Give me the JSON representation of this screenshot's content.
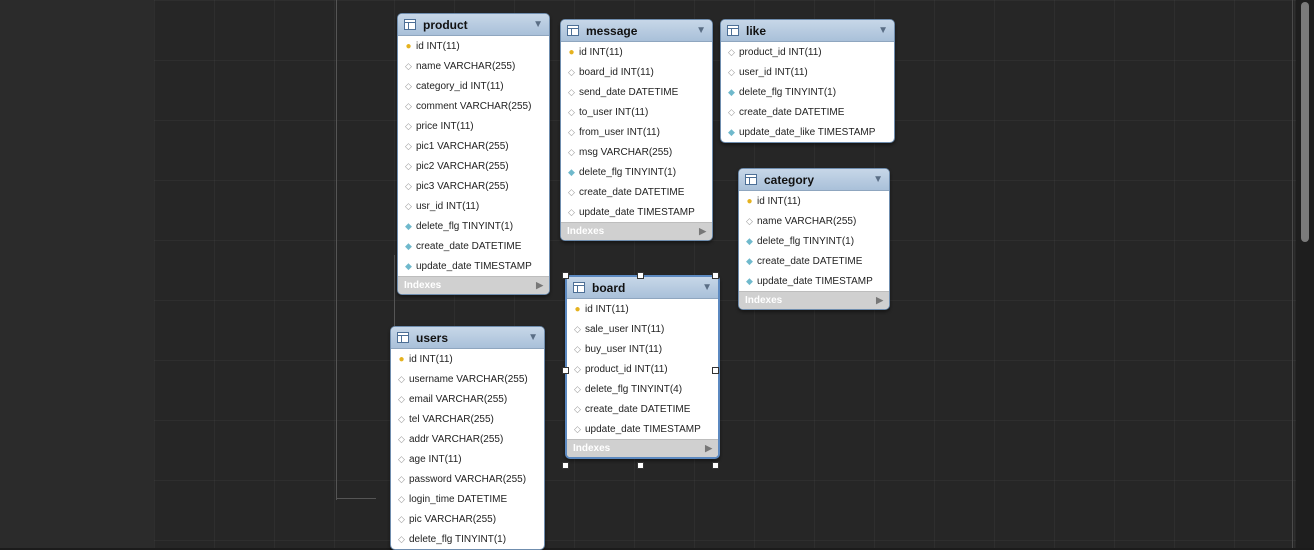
{
  "diagram": {
    "tables": [
      {
        "name": "product",
        "columns": [
          {
            "icon": "key",
            "text": "id INT(11)"
          },
          {
            "icon": "optional",
            "text": "name VARCHAR(255)"
          },
          {
            "icon": "optional",
            "text": "category_id INT(11)"
          },
          {
            "icon": "optional",
            "text": "comment VARCHAR(255)"
          },
          {
            "icon": "optional",
            "text": "price INT(11)"
          },
          {
            "icon": "optional",
            "text": "pic1 VARCHAR(255)"
          },
          {
            "icon": "optional",
            "text": "pic2 VARCHAR(255)"
          },
          {
            "icon": "optional",
            "text": "pic3 VARCHAR(255)"
          },
          {
            "icon": "optional",
            "text": "usr_id INT(11)"
          },
          {
            "icon": "not-null",
            "text": "delete_flg TINYINT(1)"
          },
          {
            "icon": "not-null",
            "text": "create_date DATETIME"
          },
          {
            "icon": "not-null",
            "text": "update_date TIMESTAMP"
          }
        ],
        "indexes_label": "Indexes"
      },
      {
        "name": "message",
        "columns": [
          {
            "icon": "key",
            "text": "id INT(11)"
          },
          {
            "icon": "optional",
            "text": "board_id INT(11)"
          },
          {
            "icon": "optional",
            "text": "send_date DATETIME"
          },
          {
            "icon": "optional",
            "text": "to_user INT(11)"
          },
          {
            "icon": "optional",
            "text": "from_user INT(11)"
          },
          {
            "icon": "optional",
            "text": "msg VARCHAR(255)"
          },
          {
            "icon": "not-null",
            "text": "delete_flg TINYINT(1)"
          },
          {
            "icon": "optional",
            "text": "create_date DATETIME"
          },
          {
            "icon": "optional",
            "text": "update_date TIMESTAMP"
          }
        ],
        "indexes_label": "Indexes"
      },
      {
        "name": "like",
        "columns": [
          {
            "icon": "optional",
            "text": "product_id INT(11)"
          },
          {
            "icon": "optional",
            "text": "user_id INT(11)"
          },
          {
            "icon": "not-null",
            "text": "delete_flg TINYINT(1)"
          },
          {
            "icon": "optional",
            "text": "create_date DATETIME"
          },
          {
            "icon": "not-null",
            "text": "update_date_like TIMESTAMP"
          }
        ]
      },
      {
        "name": "category",
        "columns": [
          {
            "icon": "key",
            "text": "id INT(11)"
          },
          {
            "icon": "optional",
            "text": "name VARCHAR(255)"
          },
          {
            "icon": "not-null",
            "text": "delete_flg TINYINT(1)"
          },
          {
            "icon": "not-null",
            "text": "create_date DATETIME"
          },
          {
            "icon": "not-null",
            "text": "update_date TIMESTAMP"
          }
        ],
        "indexes_label": "Indexes"
      },
      {
        "name": "board",
        "selected": true,
        "columns": [
          {
            "icon": "key",
            "text": "id INT(11)"
          },
          {
            "icon": "optional",
            "text": "sale_user INT(11)"
          },
          {
            "icon": "optional",
            "text": "buy_user INT(11)"
          },
          {
            "icon": "optional",
            "text": "product_id INT(11)"
          },
          {
            "icon": "optional",
            "text": "delete_flg TINYINT(4)"
          },
          {
            "icon": "optional",
            "text": "create_date DATETIME"
          },
          {
            "icon": "optional",
            "text": "update_date TIMESTAMP"
          }
        ],
        "indexes_label": "Indexes"
      },
      {
        "name": "users",
        "columns": [
          {
            "icon": "key",
            "text": "id INT(11)"
          },
          {
            "icon": "optional",
            "text": "username VARCHAR(255)"
          },
          {
            "icon": "optional",
            "text": "email VARCHAR(255)"
          },
          {
            "icon": "optional",
            "text": "tel VARCHAR(255)"
          },
          {
            "icon": "optional",
            "text": "addr VARCHAR(255)"
          },
          {
            "icon": "optional",
            "text": "age INT(11)"
          },
          {
            "icon": "optional",
            "text": "password VARCHAR(255)"
          },
          {
            "icon": "optional",
            "text": "login_time DATETIME"
          },
          {
            "icon": "optional",
            "text": "pic VARCHAR(255)"
          },
          {
            "icon": "optional",
            "text": "delete_flg TINYINT(1)"
          }
        ]
      }
    ]
  }
}
